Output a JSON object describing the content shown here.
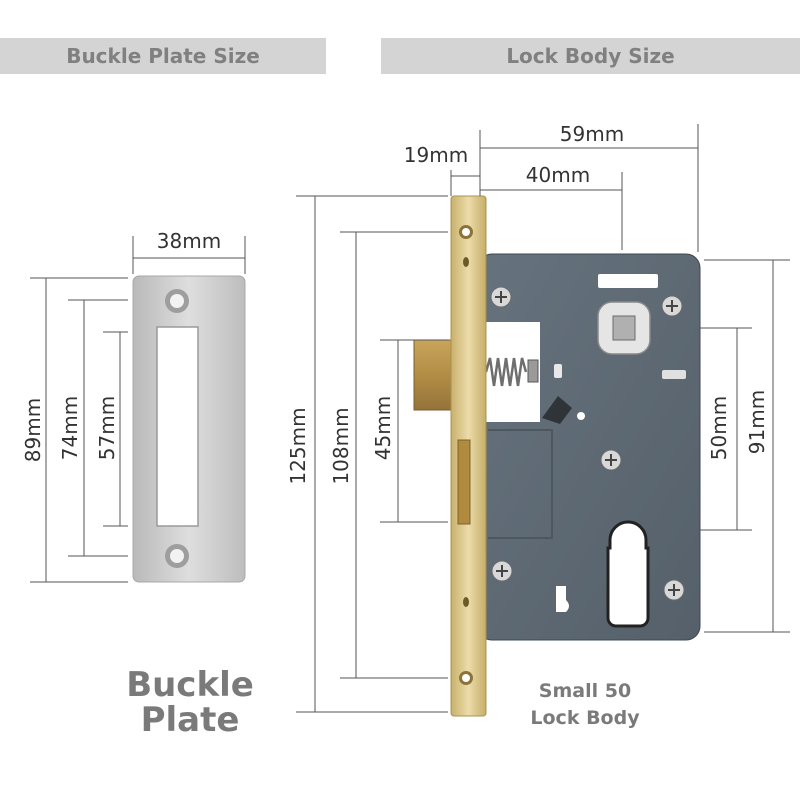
{
  "banners": {
    "left": "Buckle Plate Size",
    "right": "Lock Body Size"
  },
  "buckle_plate": {
    "width": "38mm",
    "height_outer": "89mm",
    "hole_spacing": "74mm",
    "opening_height": "57mm",
    "caption_line1": "Buckle",
    "caption_line2": "Plate"
  },
  "lock_body": {
    "backset_total": "59mm",
    "faceplate_offset": "19mm",
    "backset": "40mm",
    "faceplate_height": "125mm",
    "faceplate_hole_spacing": "108mm",
    "latch_height": "45mm",
    "spindle_to_cylinder": "50mm",
    "body_height": "91mm",
    "caption_line1": "Small 50",
    "caption_line2": "Lock Body"
  },
  "colors": {
    "banner_bg": "#d4d4d4",
    "banner_text": "#808080",
    "steel": "#c8c8c8",
    "lock_body": "#5f6b76",
    "brass": "#d8c58c",
    "dimension_line": "#555555"
  }
}
